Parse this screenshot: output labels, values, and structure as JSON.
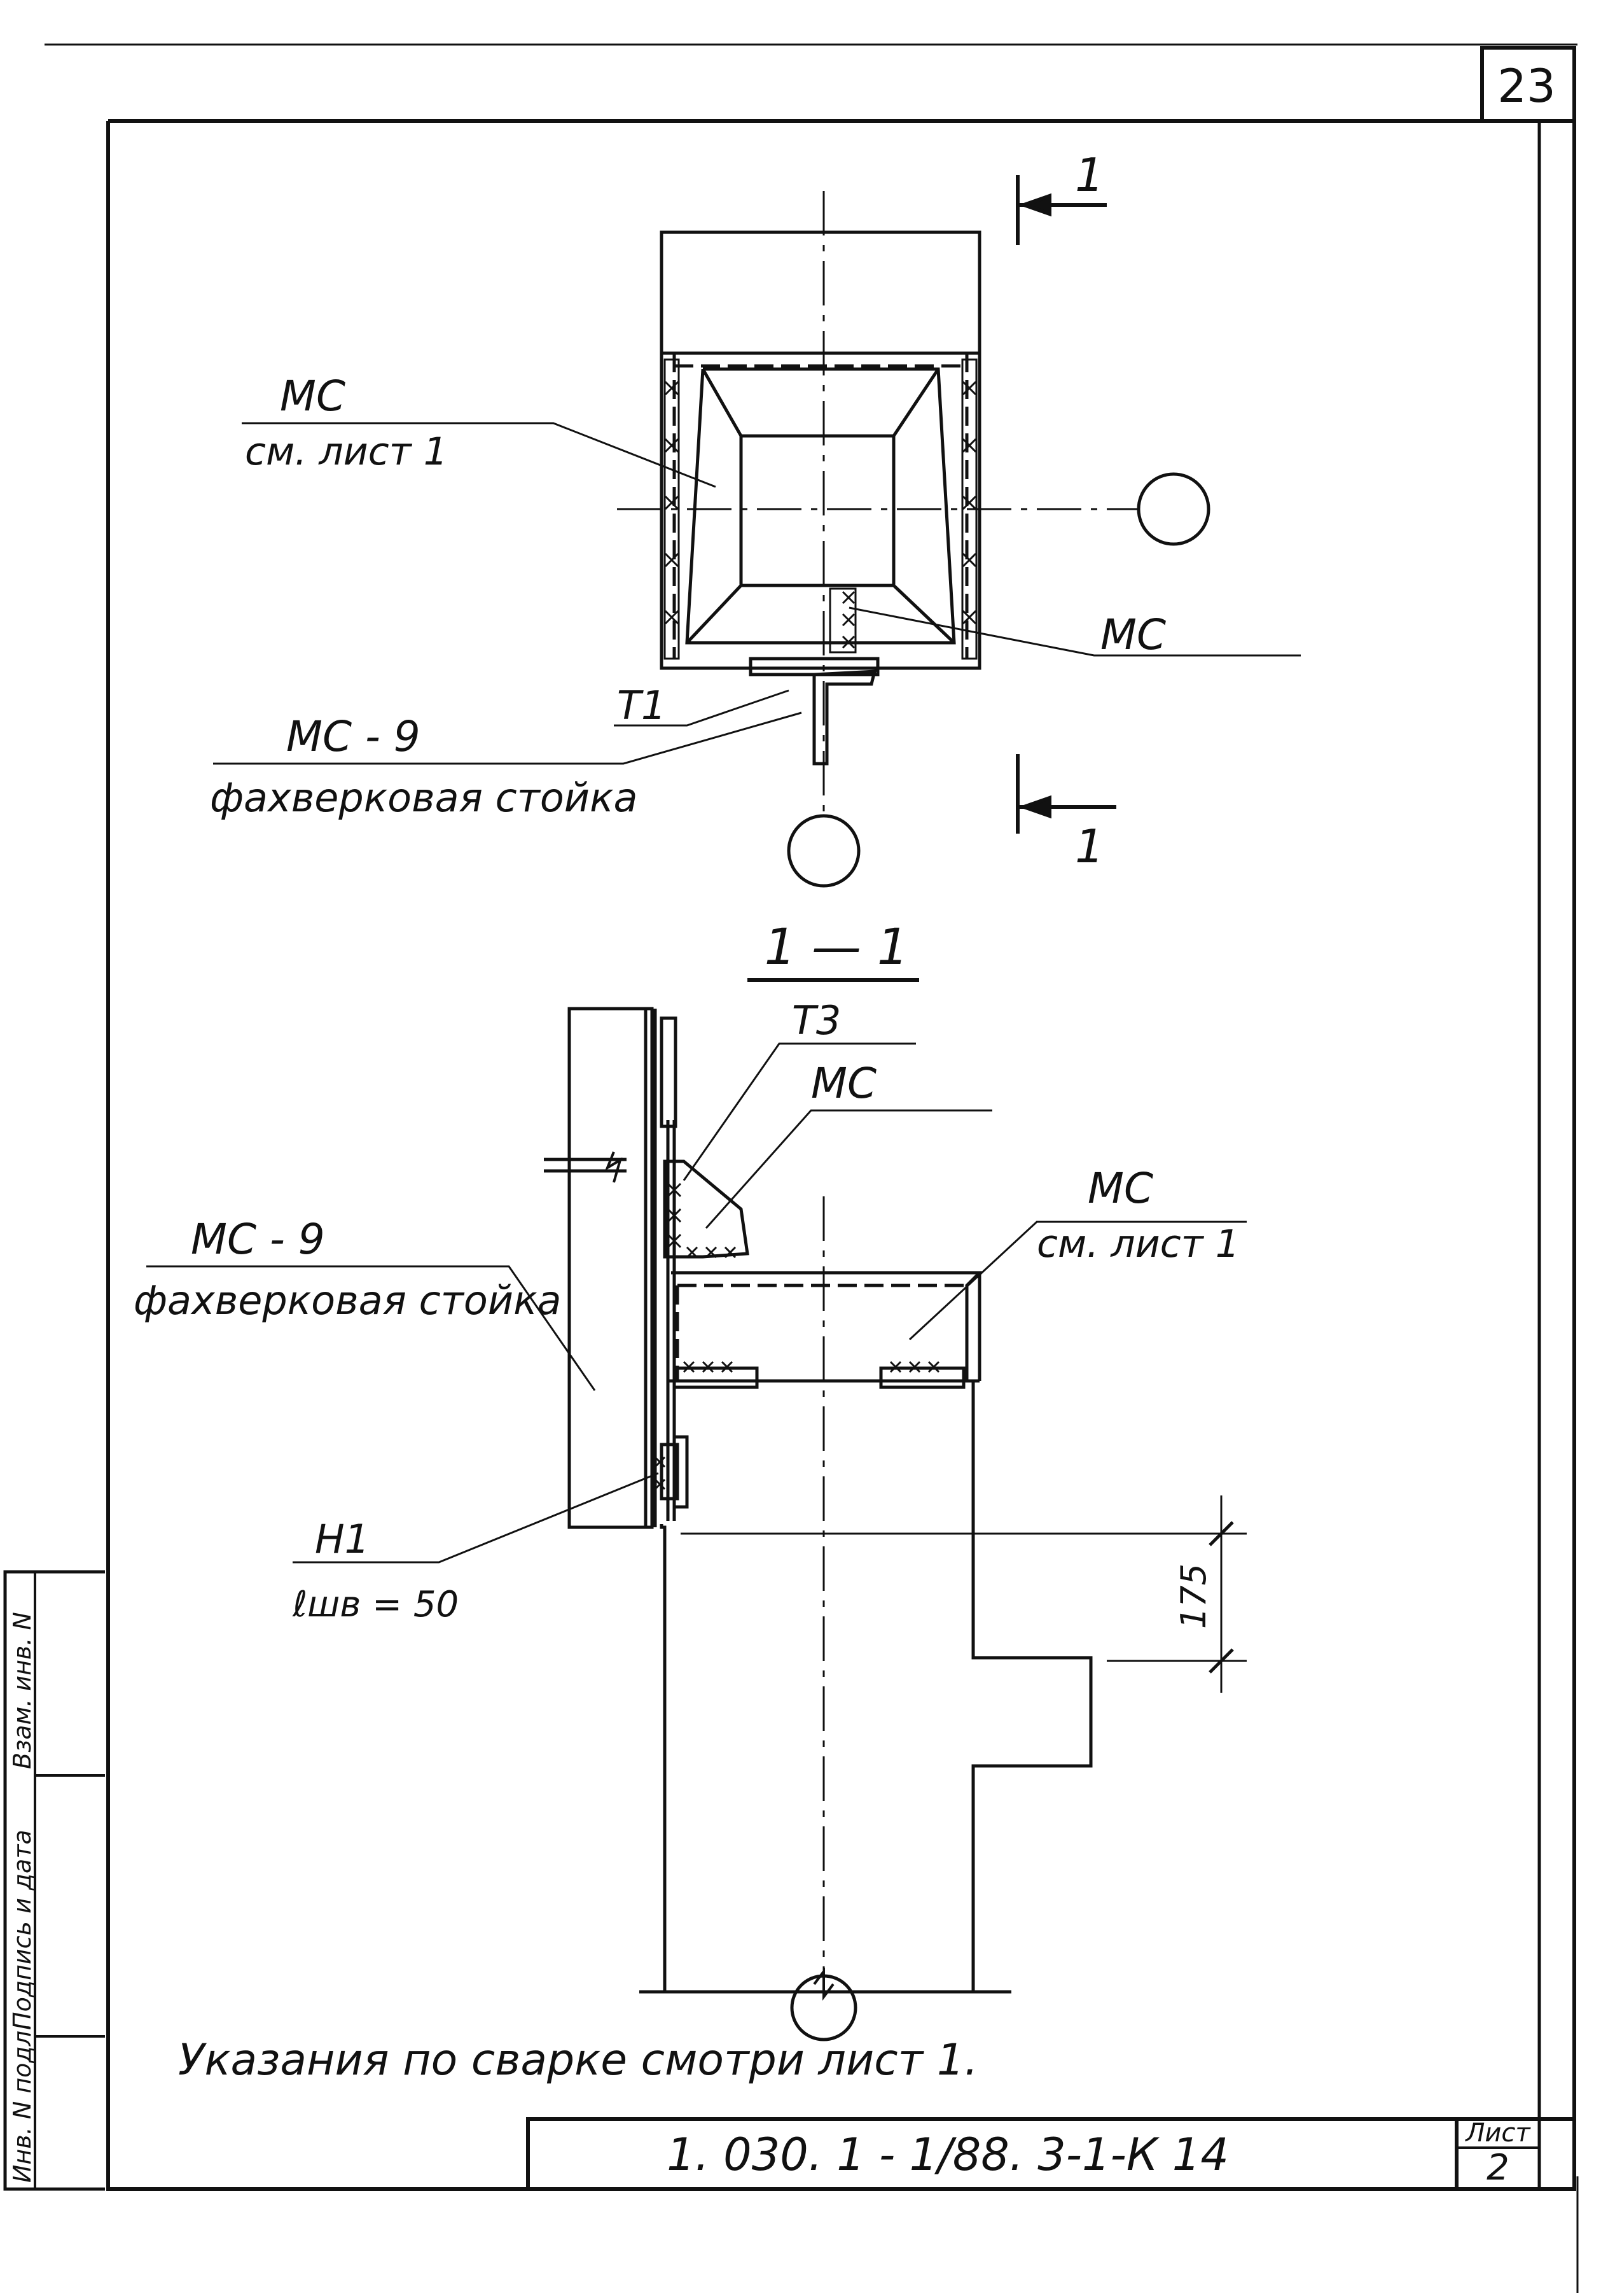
{
  "page_number": "23",
  "plan_view": {
    "section_mark_top": "1",
    "section_mark_bottom": "1",
    "label_mc_ref_1": "МС",
    "label_mc_ref_2": "см. лист 1",
    "label_mc_right": "МС",
    "label_t1": "Т1",
    "label_mc9": "МС - 9",
    "label_mc9_desc": "фахверковая стойка"
  },
  "section_view": {
    "title": "1 — 1",
    "label_t3": "Т3",
    "label_mc_top": "МС",
    "label_mc_ref_1": "МС",
    "label_mc_ref_2": "см. лист 1",
    "label_mc9": "МС - 9",
    "label_mc9_desc": "фахверковая стойка",
    "label_h1": "Н1",
    "label_weld_len": "ℓшв = 50",
    "dimension_175": "175"
  },
  "note": "Указания по сварке смотри лист 1.",
  "stamp": {
    "vertical_label_1": "Инв. N подл.",
    "vertical_label_2": "Подпись и дата",
    "vertical_label_3": "Взам. инв. N",
    "document_code": "1. 030. 1 - 1/88. 3-1-К 14",
    "sheet_label": "Лист",
    "sheet_number": "2"
  }
}
